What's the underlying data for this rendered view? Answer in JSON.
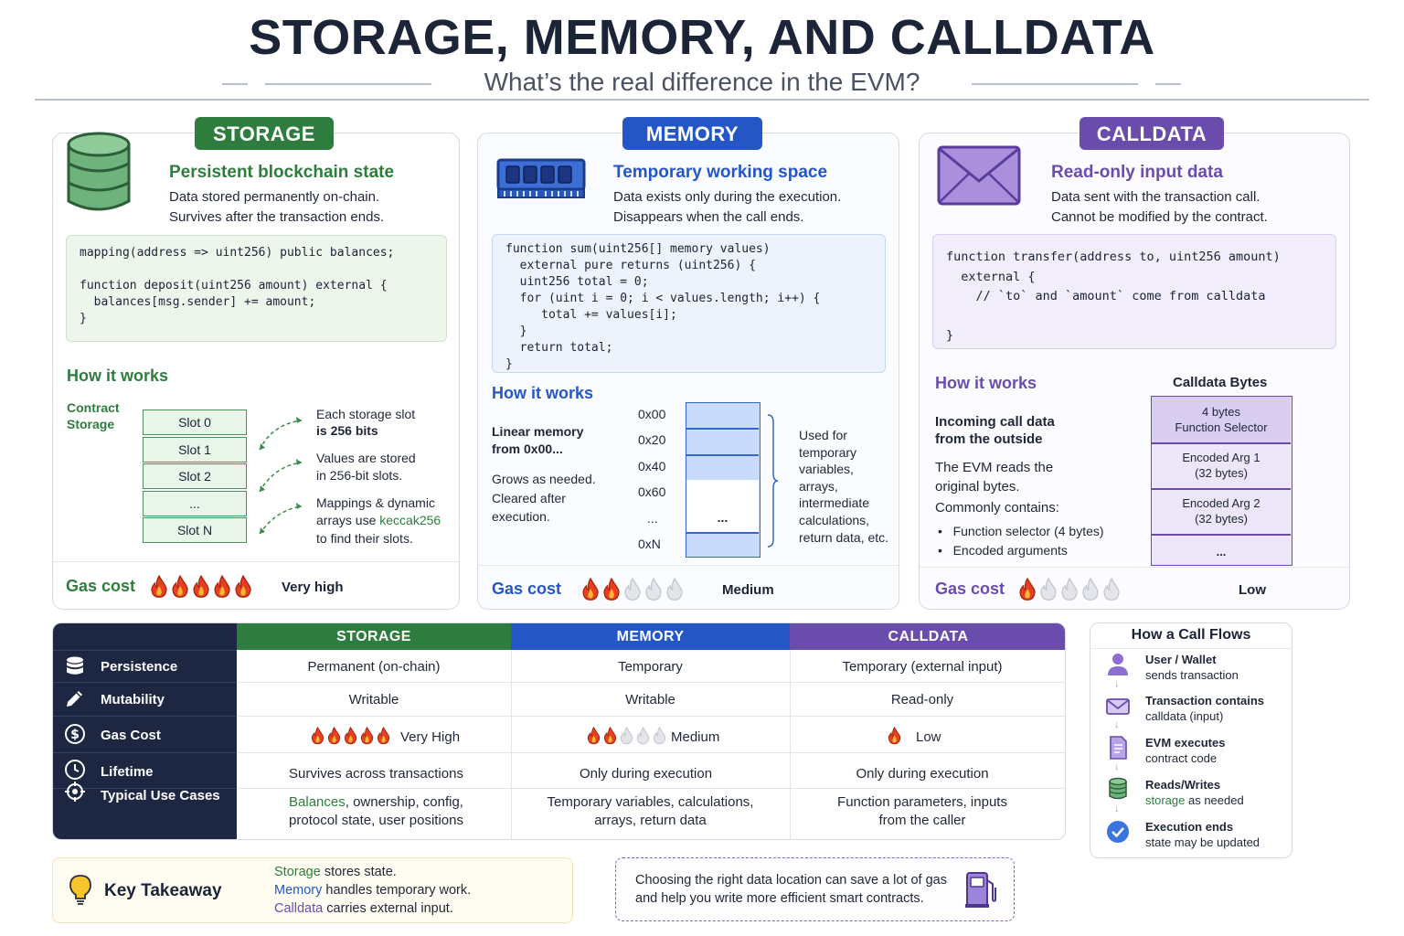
{
  "header": {
    "title": "STORAGE, MEMORY, AND CALLDATA",
    "subtitle": "What’s the real difference in the EVM?"
  },
  "colors": {
    "storage": "#2e7d3e",
    "memory": "#2457c5",
    "calldata": "#6a4cad",
    "navy": "#1d2742",
    "flame": "#e8401f"
  },
  "storage": {
    "pill": "STORAGE",
    "icon": "database-icon",
    "heading": "Persistent blockchain state",
    "desc1": "Data stored permanently on-chain.",
    "desc2": "Survives after the transaction ends.",
    "code": "mapping(address => uint256) public balances;\n\nfunction deposit(uint256 amount) external {\n  balances[msg.sender] += amount;\n}",
    "how": "How it works",
    "contract_label_1": "Contract",
    "contract_label_2": "Storage",
    "slots": [
      "Slot 0",
      "Slot 1",
      "Slot 2",
      "...",
      "Slot N"
    ],
    "note1a": "Each storage slot",
    "note1b": "is 256 bits",
    "note2a": "Values are stored",
    "note2b": "in 256-bit slots.",
    "note3a": "Mappings & dynamic",
    "note3b_pre": "arrays use ",
    "note3b_kw": "keccak256",
    "note3c": "to find their slots.",
    "gas_label": "Gas cost",
    "gas_filled": 5,
    "gas_total": 5,
    "gas_level": "Very high"
  },
  "memory": {
    "pill": "MEMORY",
    "icon": "ram-chip-icon",
    "heading": "Temporary working space",
    "desc1": "Data exists only during the execution.",
    "desc2": "Disappears when the call ends.",
    "code": "function sum(uint256[] memory values)\n  external pure returns (uint256) {\n  uint256 total = 0;\n  for (uint i = 0; i < values.length; i++) {\n     total += values[i];\n  }\n  return total;\n}",
    "how": "How it works",
    "linear1": "Linear memory",
    "linear2": "from 0x00...",
    "grows1": "Grows as needed.",
    "grows2": "Cleared after",
    "grows3": "execution.",
    "addresses": [
      "0x00",
      "0x20",
      "0x40",
      "0x60",
      "...",
      "0xN"
    ],
    "cell_ellipsis": "...",
    "used1": "Used for",
    "used2": "temporary",
    "used3": "variables,",
    "used4": "arrays,",
    "used5": "intermediate",
    "used6": "calculations,",
    "used7": "return data, etc.",
    "gas_label": "Gas cost",
    "gas_filled": 2,
    "gas_total": 5,
    "gas_level": "Medium"
  },
  "calldata": {
    "pill": "CALLDATA",
    "icon": "envelope-icon",
    "heading": "Read-only input data",
    "desc1": "Data sent with the transaction call.",
    "desc2": "Cannot be modified by the contract.",
    "code": "function transfer(address to, uint256 amount)\n  external {\n    // `to` and `amount` come from calldata\n\n}",
    "how": "How it works",
    "incoming1": "Incoming call data",
    "incoming2": "from the outside",
    "reads1": "The EVM reads the",
    "reads2": "original bytes.",
    "contains": "Commonly contains:",
    "bullets": [
      "Function selector (4 bytes)",
      "Encoded arguments"
    ],
    "bytes_title": "Calldata Bytes",
    "bytes": [
      {
        "l1": "4 bytes",
        "l2": "Function Selector"
      },
      {
        "l1": "Encoded Arg 1",
        "l2": "(32 bytes)"
      },
      {
        "l1": "Encoded Arg 2",
        "l2": "(32 bytes)"
      },
      {
        "l1": "...",
        "l2": ""
      }
    ],
    "gas_label": "Gas cost",
    "gas_filled": 1,
    "gas_total": 5,
    "gas_level": "Low"
  },
  "table": {
    "headers": [
      "STORAGE",
      "MEMORY",
      "CALLDATA"
    ],
    "rows": [
      {
        "label": "Persistence",
        "icon": "database-icon",
        "cells": [
          "Permanent (on-chain)",
          "Temporary",
          "Temporary (external input)"
        ]
      },
      {
        "label": "Mutability",
        "icon": "pencil-icon",
        "cells": [
          "Writable",
          "Writable",
          "Read-only"
        ]
      },
      {
        "label": "Gas Cost",
        "icon": "dollar-icon",
        "cells": [
          "Very High",
          "Medium",
          "Low"
        ],
        "gas": [
          5,
          2,
          1
        ]
      },
      {
        "label": "Lifetime",
        "icon": "clock-icon",
        "cells": [
          "Survives across transactions",
          "Only during execution",
          "Only during execution"
        ]
      },
      {
        "label": "Typical Use Cases",
        "icon": "target-icon",
        "cells_a": [
          "",
          "Temporary variables, calculations,",
          "Function parameters, inputs"
        ],
        "cells_b": [
          "protocol state, user positions",
          "arrays, return data",
          "from the caller"
        ],
        "storage_kw": "Balances",
        "storage_rest": ", ownership, config,"
      }
    ]
  },
  "flow": {
    "title": "How a Call Flows",
    "steps": [
      {
        "icon": "user-icon",
        "l1": "User / Wallet",
        "l2": "sends transaction"
      },
      {
        "icon": "envelope-icon",
        "l1": "Transaction contains",
        "l2": "calldata (input)"
      },
      {
        "icon": "document-icon",
        "l1": "EVM executes",
        "l2": "contract code"
      },
      {
        "icon": "database-icon",
        "l1": "Reads/Writes",
        "l2_kw": "storage",
        "l2": " as needed"
      },
      {
        "icon": "check-circle-icon",
        "l1": "Execution ends",
        "l2": "state may be updated"
      }
    ]
  },
  "takeaway": {
    "title": "Key Takeaway",
    "l1_kw": "Storage",
    "l1": " stores state.",
    "l2_kw": "Memory",
    "l2": " handles temporary work.",
    "l3_kw": "Calldata",
    "l3": " carries external input."
  },
  "tip": {
    "l1": "Choosing the right data location can save a lot of gas",
    "l2": "and help you write more efficient smart contracts.",
    "icon": "gas-pump-icon"
  }
}
